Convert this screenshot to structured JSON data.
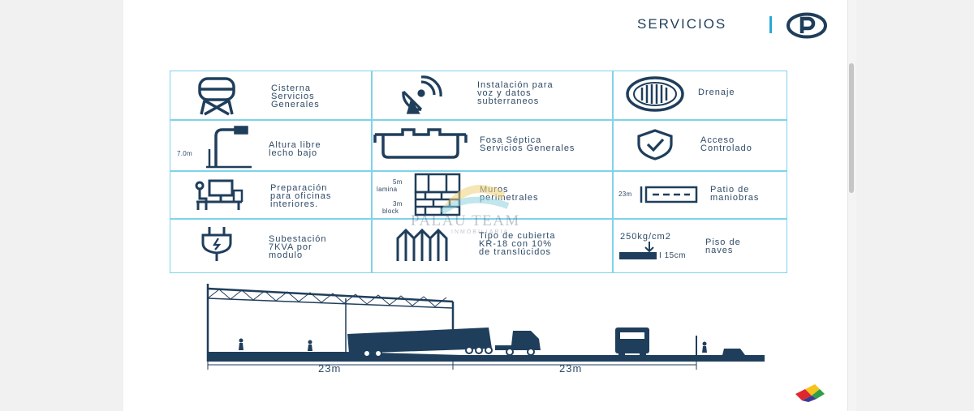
{
  "header": {
    "title": "SERVICIOS"
  },
  "services": [
    {
      "text": "Cisterna\nServicios\nGenerales",
      "icon": "water-tower-icon"
    },
    {
      "text": "Instalación para\nvoz y datos\nsubterraneos",
      "icon": "satellite-dish-icon"
    },
    {
      "text": "Drenaje",
      "icon": "drain-grate-icon"
    },
    {
      "text": "Altura libre\nlecho bajo",
      "icon": "street-lamp-icon",
      "label": "7.0m"
    },
    {
      "text": "Fosa Séptica\nServicios Generales",
      "icon": "septic-tank-icon"
    },
    {
      "text": "Acceso\nControlado",
      "icon": "shield-check-icon"
    },
    {
      "text": "Preparación\npara oficinas\ninteriores.",
      "icon": "office-desk-icon"
    },
    {
      "text": "Muros\nperimetrales",
      "icon": "brick-wall-icon",
      "labels": [
        "5m",
        "lamina",
        "3m",
        "block"
      ]
    },
    {
      "text": "Patio de\nmaniobras",
      "icon": "parking-lane-icon",
      "label": "23m"
    },
    {
      "text": "Subestación\n7KVA por\nmodulo",
      "icon": "power-plug-icon"
    },
    {
      "text": "Tipo de cubierta\nKR-18 con 10%\nde translúcidos",
      "icon": "roof-panel-icon"
    },
    {
      "text": "Piso de\nnaves",
      "icon": "floor-load-icon",
      "labels": [
        "250kg/cm2",
        "15cm"
      ]
    }
  ],
  "watermark": {
    "name": "PALAU TEAM",
    "sub": "INMOBILIARIA"
  },
  "section_diagram": {
    "dimensions": [
      "23m",
      "23m"
    ]
  },
  "colors": {
    "navy": "#1f3e5b",
    "accent": "#2aa8d8",
    "grid": "#7fd3ea",
    "floor": "#1f3e5b"
  }
}
